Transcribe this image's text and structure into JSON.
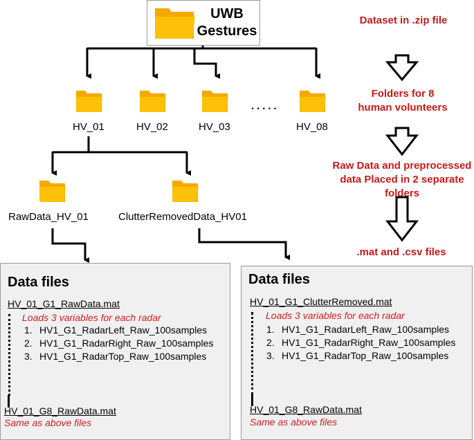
{
  "root": {
    "title": "UWB Gestures"
  },
  "volunteers": [
    "HV_01",
    "HV_02",
    "HV_03",
    "HV_08"
  ],
  "ellipsis": ".....",
  "subfolders": [
    "RawData_HV_01",
    "ClutterRemovedData_HV01"
  ],
  "steps": [
    "Dataset in .zip file",
    "Folders for 8 human volunteers",
    "Raw Data and preprocessed data Placed in 2 separate folders",
    ".mat and .csv files"
  ],
  "panels": [
    {
      "title": "Data files",
      "first_file": "HV_01_G1_RawData.mat",
      "note": "Loads 3 variables for each radar",
      "variables": [
        {
          "num": "1.",
          "name": "HV1_G1_RadarLeft_Raw_100samples"
        },
        {
          "num": "2.",
          "name": "HV1_G1_RadarRight_Raw_100samples"
        },
        {
          "num": "3.",
          "name": "HV1_G1_RadarTop_Raw_100samples"
        }
      ],
      "last_file": "HV_01_G8_RawData.mat",
      "last_note": "Same as above files"
    },
    {
      "title": "Data files",
      "first_file": "HV_01_G1_ClutterRemoved.mat",
      "note": "Loads 3 variables for each radar",
      "variables": [
        {
          "num": "1.",
          "name": "HV1_G1_RadarLeft_Raw_100samples"
        },
        {
          "num": "2.",
          "name": "HV1_G1_RadarRight_Raw_100samples"
        },
        {
          "num": "3.",
          "name": "HV1_G1_RadarTop_Raw_100samples"
        }
      ],
      "last_file": "HV_01_G8_RawData.mat",
      "last_note": "Same as above files"
    }
  ],
  "colors": {
    "folder": "#ffc107",
    "folder_back": "#f2a900",
    "step_text": "#c41a1a",
    "note_text": "#d11f1f",
    "panel_bg": "#f0f0f0"
  },
  "icons": {
    "folder": "folder-icon",
    "arrow": "hollow-down-arrow-icon"
  }
}
